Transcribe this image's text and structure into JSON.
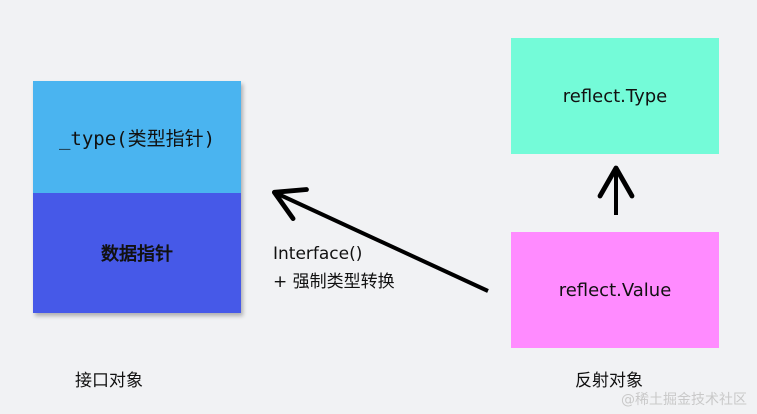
{
  "interface_object": {
    "type_field": "_type(类型指针)",
    "data_field": "数据指针",
    "caption": "接口对象",
    "type_color": "#4ab4f0",
    "data_color": "#4659e8"
  },
  "reflect_type": {
    "label": "reflect.Type",
    "color": "#74fbd8"
  },
  "reflect_value": {
    "label": "reflect.Value",
    "color": "#ff8bff"
  },
  "reflect_caption": "反射对象",
  "conversion": {
    "line1": "Interface()",
    "line2": "+ 强制类型转换"
  },
  "watermark": "@稀土掘金技术社区"
}
